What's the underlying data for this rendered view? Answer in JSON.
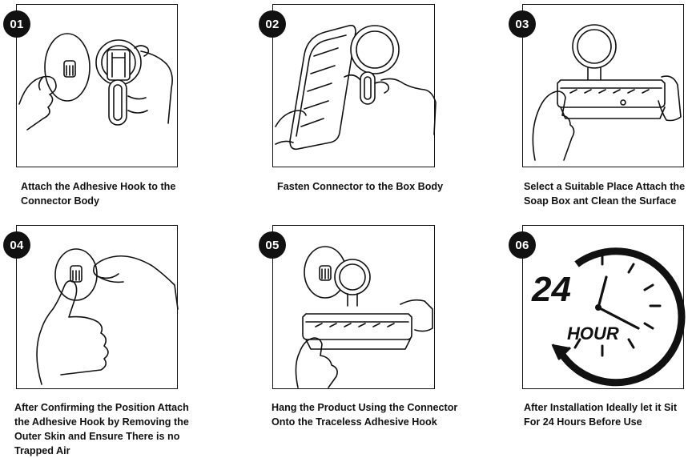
{
  "steps": [
    {
      "number": "01",
      "caption": "Attach the Adhesive Hook to the\nConnector Body"
    },
    {
      "number": "02",
      "caption": "Fasten Connector to the Box Body"
    },
    {
      "number": "03",
      "caption": "Select a Suitable Place Attach the\nSoap Box ant Clean the Surface"
    },
    {
      "number": "04",
      "caption": "After Confirming the Position Attach\nthe Adhesive Hook by Removing the\nOuter Skin and Ensure There is no\nTrapped Air"
    },
    {
      "number": "05",
      "caption": "Hang the Product Using the Connector\nOnto the Traceless Adhesive Hook"
    },
    {
      "number": "06",
      "caption": "After Installation Ideally let it Sit\nFor 24 Hours Before Use"
    }
  ],
  "clock": {
    "hours_number": "24",
    "hours_word": "HOUR"
  }
}
